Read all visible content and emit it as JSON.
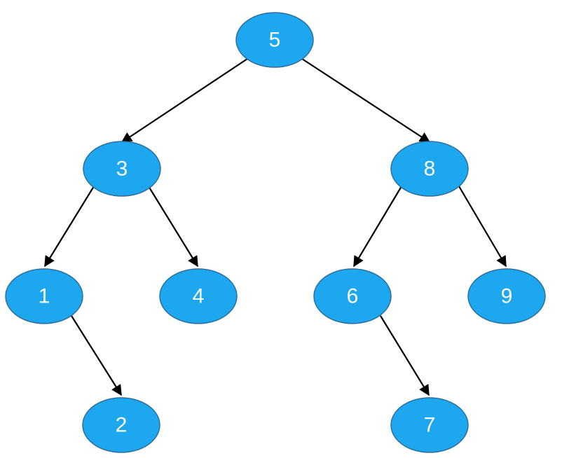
{
  "colors": {
    "node_fill": "#1da7ee",
    "node_stroke": "#2f6f9e",
    "edge": "#000000",
    "label": "#ffffff",
    "background": "#ffffff"
  },
  "tree": {
    "nodes": [
      {
        "id": "n5",
        "label": "5"
      },
      {
        "id": "n3",
        "label": "3"
      },
      {
        "id": "n8",
        "label": "8"
      },
      {
        "id": "n1",
        "label": "1"
      },
      {
        "id": "n4",
        "label": "4"
      },
      {
        "id": "n6",
        "label": "6"
      },
      {
        "id": "n9",
        "label": "9"
      },
      {
        "id": "n2",
        "label": "2"
      },
      {
        "id": "n7",
        "label": "7"
      }
    ],
    "edges": [
      {
        "from": "n5",
        "to": "n3"
      },
      {
        "from": "n5",
        "to": "n8"
      },
      {
        "from": "n3",
        "to": "n1"
      },
      {
        "from": "n3",
        "to": "n4"
      },
      {
        "from": "n8",
        "to": "n6"
      },
      {
        "from": "n8",
        "to": "n9"
      },
      {
        "from": "n1",
        "to": "n2"
      },
      {
        "from": "n6",
        "to": "n7"
      }
    ]
  }
}
